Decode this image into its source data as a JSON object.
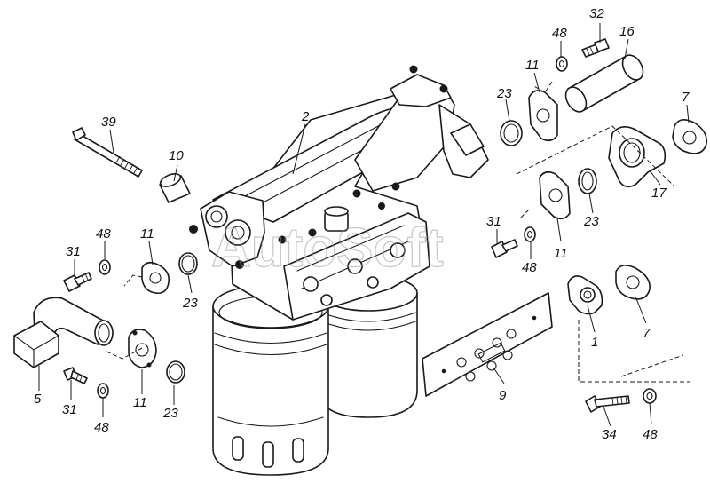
{
  "watermark": "AutoSoft",
  "callouts": {
    "c1": "1",
    "c2": "2",
    "c5": "5",
    "c7a": "7",
    "c7b": "7",
    "c9": "9",
    "c10": "10",
    "c11a": "11",
    "c11b": "11",
    "c11c": "11",
    "c11d": "11",
    "c16": "16",
    "c17": "17",
    "c23a": "23",
    "c23b": "23",
    "c23c": "23",
    "c23d": "23",
    "c31a": "31",
    "c31b": "31",
    "c31c": "31",
    "c32": "32",
    "c34": "34",
    "c39": "39",
    "c48a": "48",
    "c48b": "48",
    "c48c": "48",
    "c48d": "48",
    "c48e": "48"
  }
}
